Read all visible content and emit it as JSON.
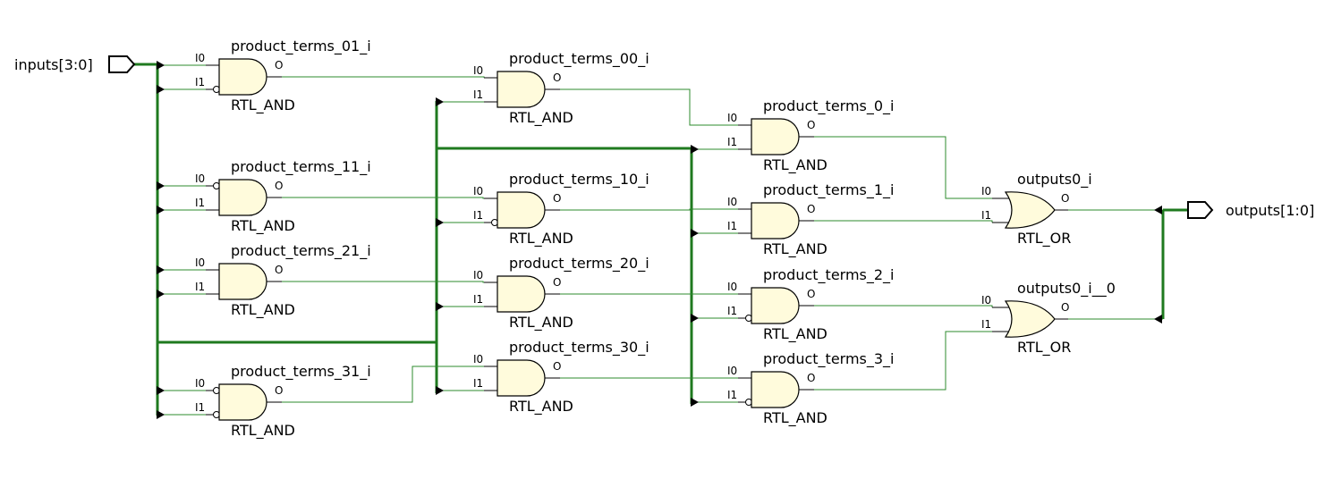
{
  "ports": {
    "input": {
      "label": "inputs[3:0]"
    },
    "output": {
      "label": "outputs[1:0]"
    }
  },
  "pins": {
    "in0": "I0",
    "in1": "I1",
    "out": "O"
  },
  "gates": [
    {
      "key": "pt01",
      "name": "product_terms_01_i",
      "type": "RTL_AND"
    },
    {
      "key": "pt11",
      "name": "product_terms_11_i",
      "type": "RTL_AND"
    },
    {
      "key": "pt21",
      "name": "product_terms_21_i",
      "type": "RTL_AND"
    },
    {
      "key": "pt31",
      "name": "product_terms_31_i",
      "type": "RTL_AND"
    },
    {
      "key": "pt00",
      "name": "product_terms_00_i",
      "type": "RTL_AND"
    },
    {
      "key": "pt10",
      "name": "product_terms_10_i",
      "type": "RTL_AND"
    },
    {
      "key": "pt20",
      "name": "product_terms_20_i",
      "type": "RTL_AND"
    },
    {
      "key": "pt30",
      "name": "product_terms_30_i",
      "type": "RTL_AND"
    },
    {
      "key": "pt0",
      "name": "product_terms_0_i",
      "type": "RTL_AND"
    },
    {
      "key": "pt1",
      "name": "product_terms_1_i",
      "type": "RTL_AND"
    },
    {
      "key": "pt2",
      "name": "product_terms_2_i",
      "type": "RTL_AND"
    },
    {
      "key": "pt3",
      "name": "product_terms_3_i",
      "type": "RTL_AND"
    },
    {
      "key": "or0",
      "name": "outputs0_i",
      "type": "RTL_OR"
    },
    {
      "key": "or1",
      "name": "outputs0_i__0",
      "type": "RTL_OR"
    }
  ],
  "colors": {
    "wire": "#2e8b2e",
    "bus": "#1f7a1f",
    "gate_fill": "#fffbdc"
  }
}
